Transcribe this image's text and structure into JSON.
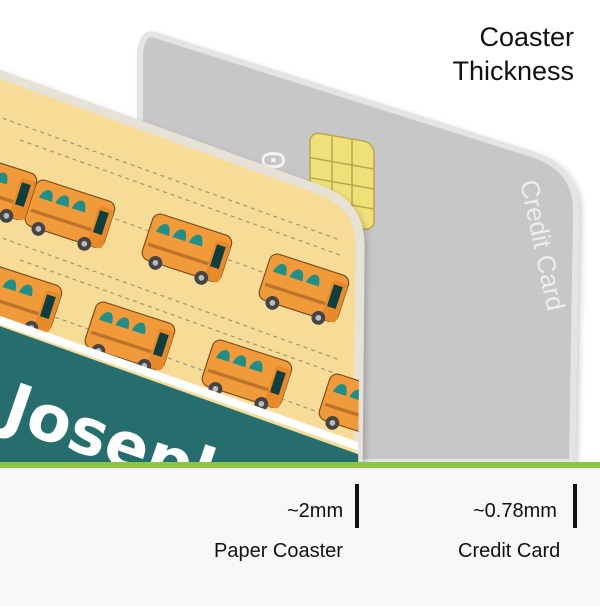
{
  "title": {
    "line1": "Coaster",
    "line2": "Thickness"
  },
  "credit_card": {
    "label": "Credit Card",
    "number_fragment": "000",
    "fill": "#c7c7c7"
  },
  "coaster": {
    "name_text": "Josepl",
    "pattern_bg": "#f6dc96",
    "band_color": "#266d6d",
    "bus_color": "#f19a3a"
  },
  "measurements": [
    {
      "value": "~2mm",
      "label": "Paper Coaster"
    },
    {
      "value": "~0.78mm",
      "label": "Credit Card"
    }
  ],
  "colors": {
    "accent_green": "#8dc63f",
    "bottom_bg": "#f8f8f8"
  }
}
